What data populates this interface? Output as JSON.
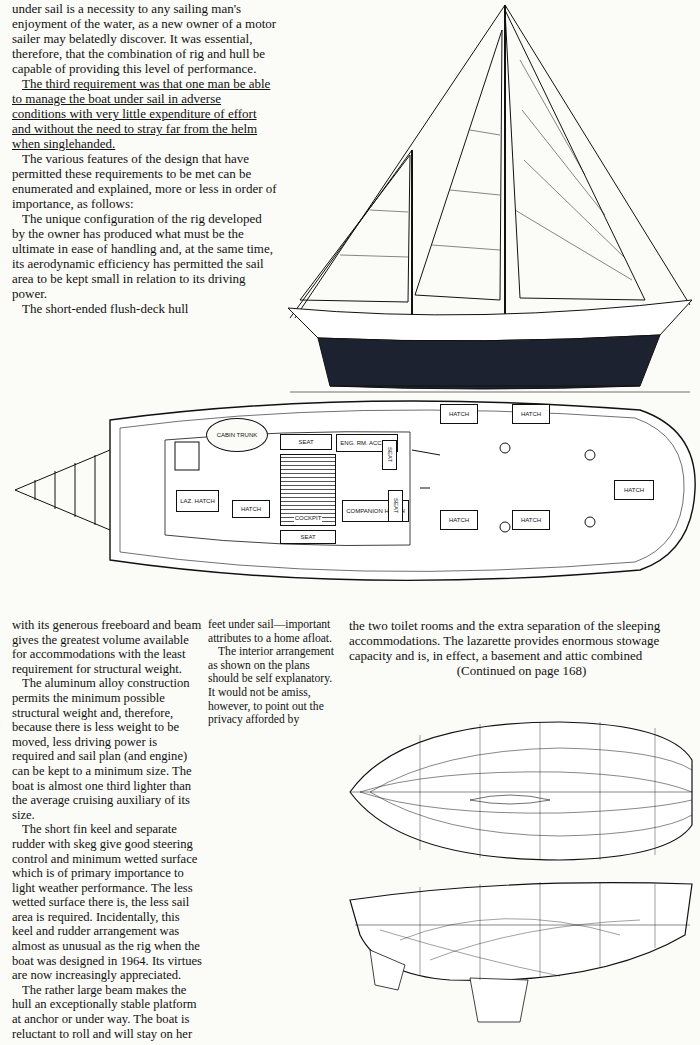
{
  "diagram": {
    "nodes": [
      {
        "text": [
          "CABIN TRUNK"
        ]
      },
      {
        "text": [
          "SEAT"
        ]
      },
      {
        "text": [
          "ENG. RM. ACCESS"
        ]
      },
      {
        "text": [
          "SEAT"
        ]
      },
      {
        "text": [
          "LAZ. HATCH"
        ]
      },
      {
        "text": [
          "HATCH"
        ]
      },
      {
        "text": [
          "COCKPIT"
        ]
      },
      {
        "text": [
          "COMPANION HATCH"
        ]
      },
      {
        "text": [
          "SEAT"
        ]
      },
      {
        "text": [
          "SEAT"
        ]
      },
      {
        "text": [
          "HATCH"
        ]
      },
      {
        "text": [
          "HATCH"
        ]
      },
      {
        "text": [
          "HATCH"
        ]
      },
      {
        "text": [
          "HATCH"
        ]
      },
      {
        "text": [
          "HATCH"
        ]
      }
    ],
    "labels": [
      "under sail is a necessity to any sailing man's enjoyment of the water, as a new owner of a motor sailer may belatedly discover. It was essential, therefore, that the combination of rig and hull be capable of providing this level of performance.",
      "The third requirement was that one man be able to manage the boat under sail in adverse conditions with very little expenditure of effort and without the need to stray far from the helm when singlehanded.",
      "The various features of the design that have permitted these requirements to be met can be enumerated and explained, more or less in order of importance, as follows:",
      "The unique configuration of the rig developed by the owner has produced what must be the ultimate in ease of handling and, at the same time, its aerodynamic efficiency has permitted the sail area to be kept small in relation to its driving power.",
      "The short-ended flush-deck hull",
      "with its generous freeboard and beam gives the greatest volume available for accommodations with the least requirement for structural weight.",
      "The aluminum alloy construction permits the minimum possible structural weight and, therefore, because there is less weight to be moved, less driving power is required and sail plan (and engine) can be kept to a minimum size. The boat is almost one third lighter than the average cruising auxiliary of its size.",
      "The short fin keel and separate rudder with skeg give good steering control and minimum wetted surface which is of primary importance to light weather performance. The less wetted surface there is, the less sail area is required. Incidentally, this keel and rudder arrangement was almost as unusual as the rig when the boat was designed in 1964. Its virtues are now increasingly appreciated.",
      "The rather large beam makes the hull an exceptionally stable platform at anchor or under way. The boat is reluctant to roll and will stay on her",
      "feet under sail—important attributes to a home afloat.",
      "The interior arrangement as shown on the plans should be self explanatory. It would not be amiss, however, to point out the privacy afforded by",
      "the two toilet rooms and the extra separation of the sleeping accommodations. The lazarette provides enormous stowage capacity and is, in effect, a basement and attic combined",
      "(Continued on page 168)"
    ]
  }
}
